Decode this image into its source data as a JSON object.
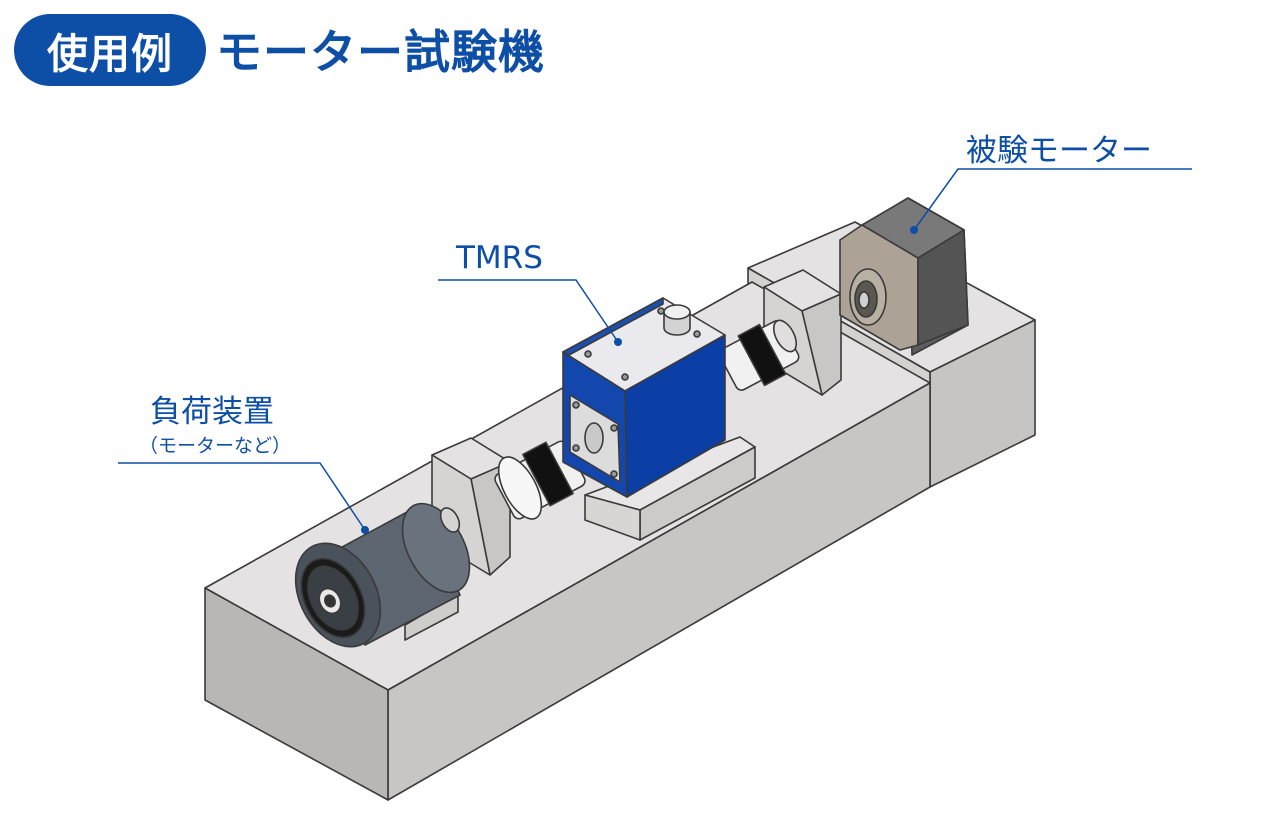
{
  "header": {
    "badge": "使用例",
    "title": "モーター試験機"
  },
  "labels": {
    "tmrs": "TMRS",
    "load_device": "負荷装置",
    "load_device_note": "（モーターなど）",
    "test_motor": "被験モーター"
  },
  "colors": {
    "brand_blue": "#0d4ea6",
    "sensor_blue": "#0c3fa6",
    "base_top": "#e4e2e2",
    "base_front": "#bfbcbc",
    "load_motor": "#5d6570",
    "test_motor_body": "#5e5d5d",
    "test_motor_face": "#aca295"
  }
}
